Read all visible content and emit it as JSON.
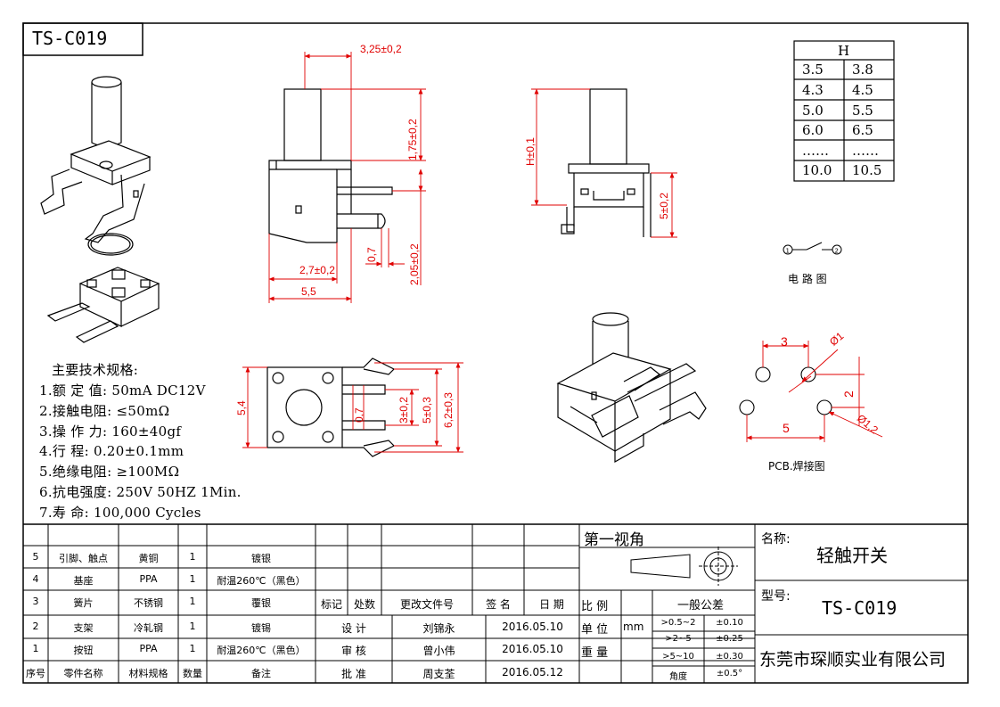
{
  "title_code": "TS-C019",
  "h_table": {
    "header": "H",
    "rows": [
      [
        "3.5",
        "3.8"
      ],
      [
        "4.3",
        "4.5"
      ],
      [
        "5.0",
        "5.5"
      ],
      [
        "6.0",
        "6.5"
      ],
      [
        "……",
        "……"
      ],
      [
        "10.0",
        "10.5"
      ]
    ]
  },
  "dims": {
    "d1": "3,25±0,2",
    "d2": "1,75±0,2",
    "d3": "2,05±0,2",
    "d4": "2,7±0,2",
    "d5": "0,7",
    "d6": "5,5",
    "d7": "H±0,1",
    "d8": "5±0,2",
    "d9": "5,4",
    "d10": "0,7",
    "d11": "3±0,2",
    "d12": "5±0,3",
    "d13": "6,2±0,3",
    "p1": "3",
    "p2": "Ø1",
    "p3": "2",
    "p4": "5",
    "p5": "Ø1,2"
  },
  "circuit_label": "电 路 图",
  "pcb_label": "PCB.焊接图",
  "specs": {
    "heading": "主要技术规格:",
    "items": [
      "1.额 定 值: 50mA DC12V",
      "2.接触电阻: ≤50mΩ",
      "3.操 作 力: 160±40gf",
      "4.行    程: 0.20±0.1mm",
      "5.绝缘电阻: ≥100MΩ",
      "6.抗电强度: 250V 50HZ 1Min.",
      "7.寿    命: 100,000 Cycles"
    ]
  },
  "bom": {
    "rows": [
      {
        "no": "5",
        "name": "引脚、触点",
        "mat": "黄铜",
        "qty": "1",
        "note": "镀银"
      },
      {
        "no": "4",
        "name": "基座",
        "mat": "PPA",
        "qty": "1",
        "note": "耐温260℃（黑色）"
      },
      {
        "no": "3",
        "name": "簧片",
        "mat": "不锈钢",
        "qty": "1",
        "note": "覆银"
      },
      {
        "no": "2",
        "name": "支架",
        "mat": "冷轧钢",
        "qty": "1",
        "note": "镀锡"
      },
      {
        "no": "1",
        "name": "按钮",
        "mat": "PPA",
        "qty": "1",
        "note": "耐温260℃（黑色）"
      }
    ],
    "header": {
      "no": "序号",
      "name": "零件名称",
      "mat": "材料规格",
      "qty": "数量",
      "note": "备注"
    }
  },
  "revision_header": [
    "标记",
    "处数",
    "更改文件号",
    "签 名",
    "日 期"
  ],
  "approvals": [
    {
      "role": "设  计",
      "name": "刘锦永",
      "date": "2016.05.10"
    },
    {
      "role": "审  核",
      "name": "曾小伟",
      "date": "2016.05.10"
    },
    {
      "role": "批  准",
      "name": "周支荃",
      "date": "2016.05.12"
    }
  ],
  "projection": "第一视角",
  "scale_label": "比 例",
  "unit_label": "单 位",
  "unit_value": "mm",
  "weight_label": "重 量",
  "tolerance": {
    "title": "一般公差",
    "rows": [
      [
        ">0.5~2",
        "±0.10"
      ],
      [
        ">2~5",
        "±0.25"
      ],
      [
        ">5~10",
        "±0.30"
      ],
      [
        "角度",
        "±0.5°"
      ]
    ]
  },
  "name_label": "名称:",
  "name_value": "轻触开关",
  "model_label": "型号:",
  "model_value": "TS-C019",
  "company": "东莞市琛顺实业有限公司",
  "colors": {
    "dimension": "#e00000",
    "line": "#000000"
  }
}
